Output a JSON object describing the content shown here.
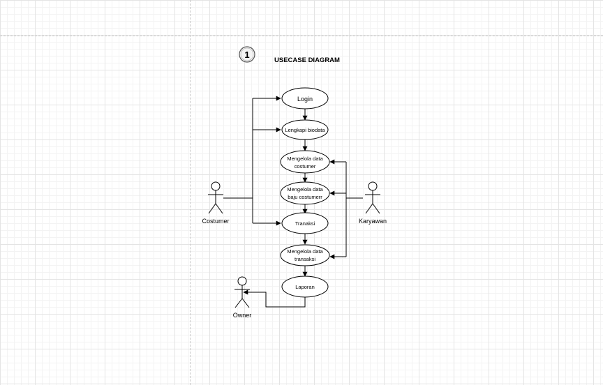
{
  "diagram": {
    "step_number": "1",
    "title": "USECASE DIAGRAM",
    "usecases": {
      "login": "Login",
      "lengkapi_biodata": "Lengkapi biodata",
      "kelola_costumer": [
        "Mengelola data",
        "costumer"
      ],
      "kelola_baju": [
        "Mengelola data",
        "baju costumerr"
      ],
      "tranaksi": "Tranaksi",
      "kelola_transaksi": [
        "Mengelola data",
        "transaksi"
      ],
      "laporan": "Laporan"
    },
    "actors": {
      "costumer": "Costumer",
      "karyawan": "Karyawan",
      "owner": "Owner"
    }
  },
  "colors": {
    "stroke": "#000000",
    "fill": "#ffffff",
    "grid_major": "#e4e4e4",
    "grid_minor": "#f3f3f3"
  }
}
